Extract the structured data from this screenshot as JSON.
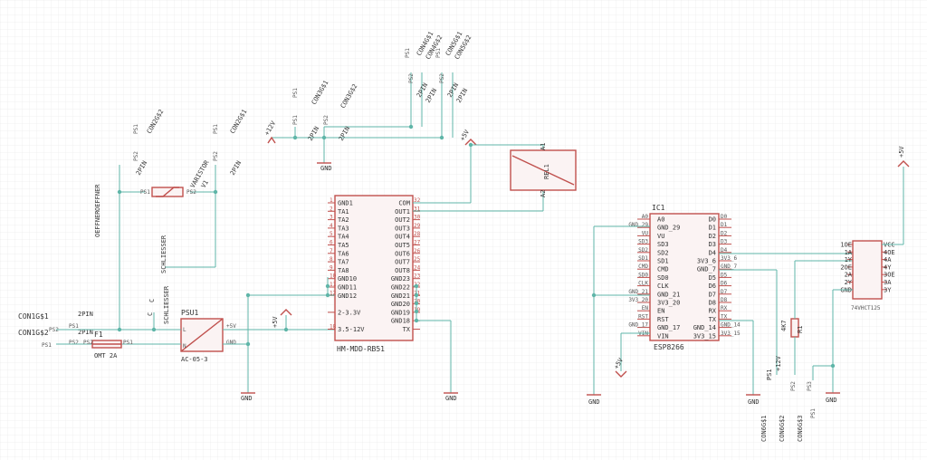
{
  "labels": {
    "con1g1": "CON1G$1",
    "con1g2": "CON1G$2",
    "pin2": "2PIN",
    "ps1": "PS1",
    "ps2": "PS2",
    "fuse_name": "F1",
    "fuse_value": "OMT 2A",
    "oeffner_name": "OEFFNER",
    "oeffner_value": "OEFFNER",
    "schliesser_name": "SCHLIESSER",
    "schliesser_c": "C",
    "con2g2": "CON2G$2",
    "con2g1": "CON2G$1",
    "varistor": "VARISTOR",
    "varistor_name": "V1",
    "psu_name": "PSU1",
    "psu_value": "AC-05-3",
    "plus5v": "+5V",
    "gnd": "GND",
    "psu_l": "L",
    "psu_n": "N",
    "psu_5v": "+5V",
    "psu_gnd": "GND",
    "plus12v": "+12V",
    "con3g1": "CON3G$1",
    "con3g2": "CON3G$2",
    "con4g1": "CON4G$1",
    "con4g2": "CON4G$2",
    "con5g1": "CON5G$1",
    "con5g2": "CON5G$2",
    "relay_name": "REL1",
    "relay_a1": "A1",
    "relay_a2": "A2",
    "hm_name": "HM-MDD-RB51",
    "ic1": "IC1",
    "esp_name": "ESP8266",
    "r1": "R1",
    "r1_value": "4K7",
    "con6g1": "CON6G$1",
    "con6g2": "CON6G$2",
    "con6g3": "CON6G$3",
    "ps3": "PS3",
    "buf_name": "74VHCT125",
    "plus3v3": "3V3_6",
    "gnd7": "GND_7",
    "gnd14": "GND_14",
    "v315": "3V3_15"
  },
  "hm_left_pins": [
    {
      "n": "1",
      "l": "GND1"
    },
    {
      "n": "2",
      "l": "TA1"
    },
    {
      "n": "3",
      "l": "TA2"
    },
    {
      "n": "4",
      "l": "TA3"
    },
    {
      "n": "5",
      "l": "TA4"
    },
    {
      "n": "6",
      "l": "TA5"
    },
    {
      "n": "7",
      "l": "TA6"
    },
    {
      "n": "8",
      "l": "TA7"
    },
    {
      "n": "9",
      "l": "TA8"
    },
    {
      "n": "10",
      "l": "GND10"
    },
    {
      "n": "11",
      "l": "GND11"
    },
    {
      "n": "12",
      "l": "GND12"
    },
    {
      "n": "",
      "l": ""
    },
    {
      "n": "",
      "l": "2-3.3V"
    },
    {
      "n": "",
      "l": ""
    },
    {
      "n": "18",
      "l": "3.5-12V"
    }
  ],
  "hm_right_pins": [
    {
      "n": "32",
      "l": "COM"
    },
    {
      "n": "31",
      "l": "OUT1"
    },
    {
      "n": "30",
      "l": "OUT2"
    },
    {
      "n": "29",
      "l": "OUT3"
    },
    {
      "n": "28",
      "l": "OUT4"
    },
    {
      "n": "27",
      "l": "OUT5"
    },
    {
      "n": "26",
      "l": "OUT6"
    },
    {
      "n": "25",
      "l": "OUT7"
    },
    {
      "n": "24",
      "l": "OUT8"
    },
    {
      "n": "23",
      "l": "GND23"
    },
    {
      "n": "22",
      "l": "GND22"
    },
    {
      "n": "21",
      "l": "GND21"
    },
    {
      "n": "20",
      "l": "GND20"
    },
    {
      "n": "19",
      "l": "GND19"
    },
    {
      "n": "",
      "l": "GND18"
    },
    {
      "n": "",
      "l": "TX"
    }
  ],
  "esp_left_pins": [
    {
      "o": "A0",
      "i": "A0"
    },
    {
      "o": "GND_29",
      "i": "GND_29"
    },
    {
      "o": "VU",
      "i": "VU"
    },
    {
      "o": "SD3",
      "i": "SD3"
    },
    {
      "o": "SD2",
      "i": "SD2"
    },
    {
      "o": "SD1",
      "i": "SD1"
    },
    {
      "o": "CMD",
      "i": "CMD"
    },
    {
      "o": "SD0",
      "i": "SD0"
    },
    {
      "o": "CLK",
      "i": "CLK"
    },
    {
      "o": "GND_21",
      "i": "GND_21"
    },
    {
      "o": "3V3_20",
      "i": "3V3_20"
    },
    {
      "o": "EN",
      "i": "EN"
    },
    {
      "o": "RST",
      "i": "RST"
    },
    {
      "o": "GND_17",
      "i": "GND_17"
    },
    {
      "o": "VIN",
      "i": "VIN"
    }
  ],
  "esp_right_pins": [
    {
      "o": "D0",
      "i": "D0"
    },
    {
      "o": "D1",
      "i": "D1"
    },
    {
      "o": "D2",
      "i": "D2"
    },
    {
      "o": "D3",
      "i": "D3"
    },
    {
      "o": "D4",
      "i": "D4"
    },
    {
      "o": "3V3_6",
      "i": "3V3_6"
    },
    {
      "o": "GND_7",
      "i": "GND_7"
    },
    {
      "o": "D5",
      "i": "D5"
    },
    {
      "o": "D6",
      "i": "D6"
    },
    {
      "o": "D7",
      "i": "D7"
    },
    {
      "o": "D8",
      "i": "D8"
    },
    {
      "o": "RX",
      "i": "RX"
    },
    {
      "o": "TX",
      "i": "TX"
    },
    {
      "o": "GND_14",
      "i": "GND_14"
    },
    {
      "o": "3V3_15",
      "i": "3V3_15"
    }
  ],
  "buf_left_pins": [
    "1OE",
    "1A",
    "1Y",
    "2OE",
    "2A",
    "2Y",
    "GND"
  ],
  "buf_right_pins": [
    "VCC",
    "4OE",
    "4A",
    "4Y",
    "3OE",
    "3A",
    "3Y"
  ]
}
